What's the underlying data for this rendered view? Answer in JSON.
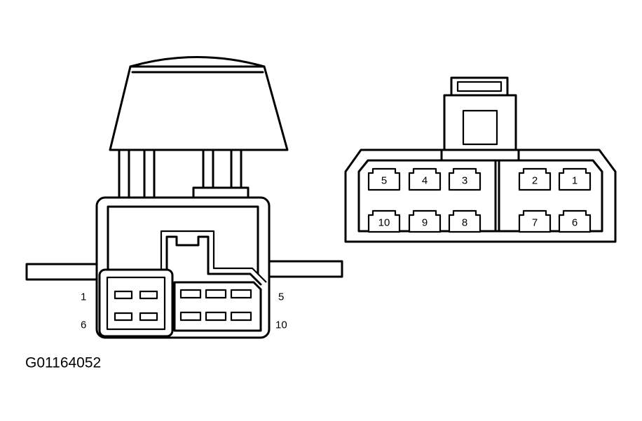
{
  "left_connector": {
    "pin_labels": {
      "top_left": "1",
      "bottom_left": "6",
      "top_right": "5",
      "bottom_right": "10"
    }
  },
  "right_connector": {
    "pins": [
      "5",
      "4",
      "3",
      "2",
      "1",
      "10",
      "9",
      "8",
      "7",
      "6"
    ]
  },
  "figure_code": "G01164052"
}
